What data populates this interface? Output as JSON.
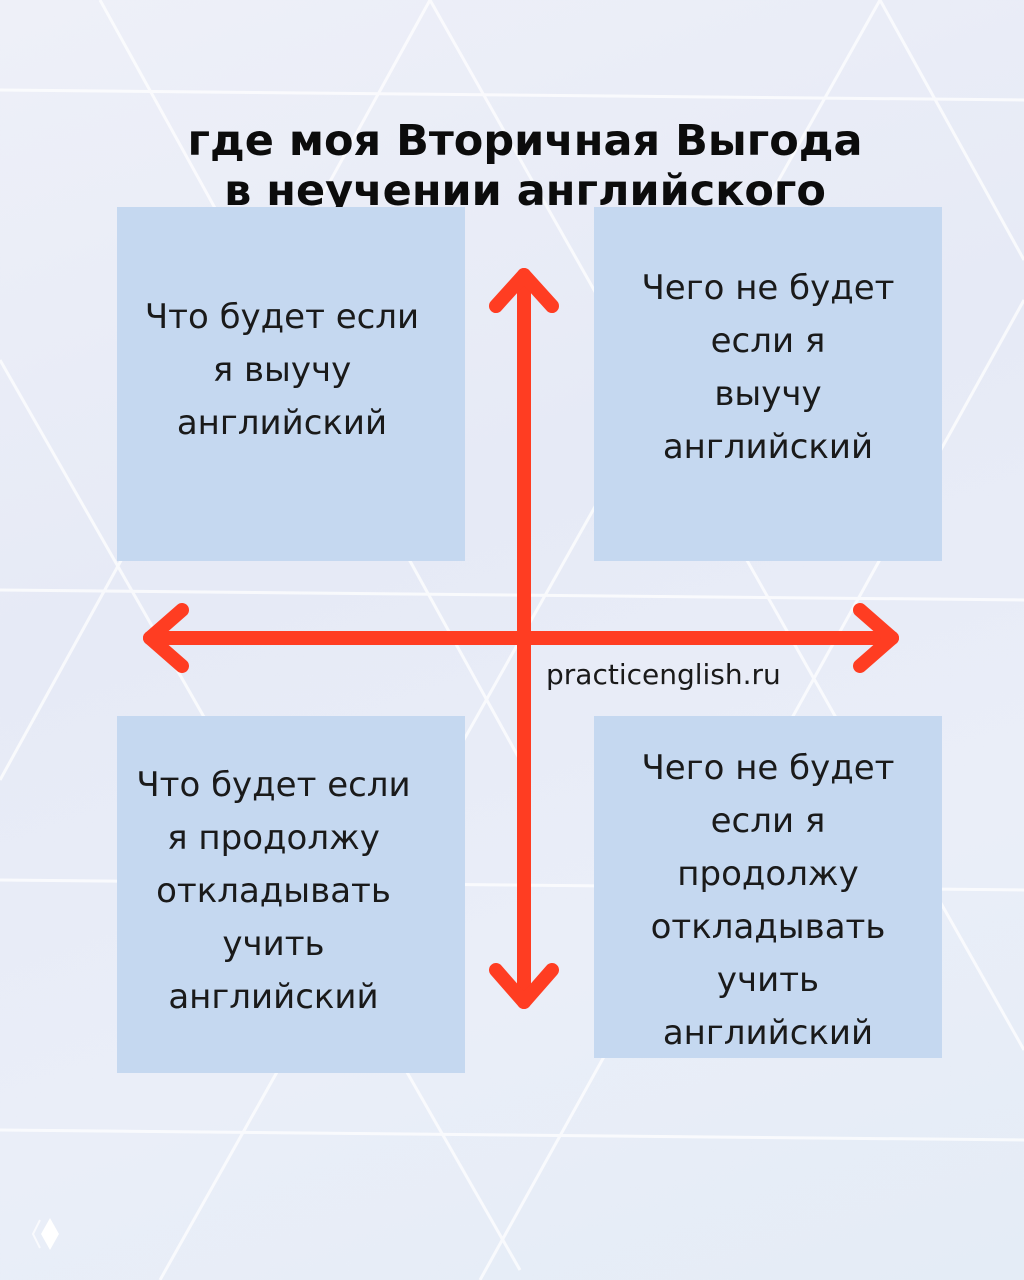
{
  "title": {
    "line1": "где моя Вторичная Выгода",
    "line2": "в неучении английского"
  },
  "quadrants": {
    "top_left": [
      "Что будет если",
      "я выучу",
      "английский"
    ],
    "top_right": [
      "Чего не будет",
      "если я",
      "выучу",
      "английский"
    ],
    "bottom_left": [
      "Что будет если",
      "я продолжу",
      "откладывать",
      "учить",
      "английский"
    ],
    "bottom_right": [
      "Чего не будет",
      "если я",
      "продолжу",
      "откладывать",
      "учить",
      "английский"
    ]
  },
  "website": "practicenglish.ru",
  "colors": {
    "arrow": "#ff3d22",
    "box": "#c5d8f0",
    "background": "#e8ecf6"
  },
  "icons": {
    "axes": "four-way-arrow-icon",
    "logo": "diamond-logo-icon"
  }
}
